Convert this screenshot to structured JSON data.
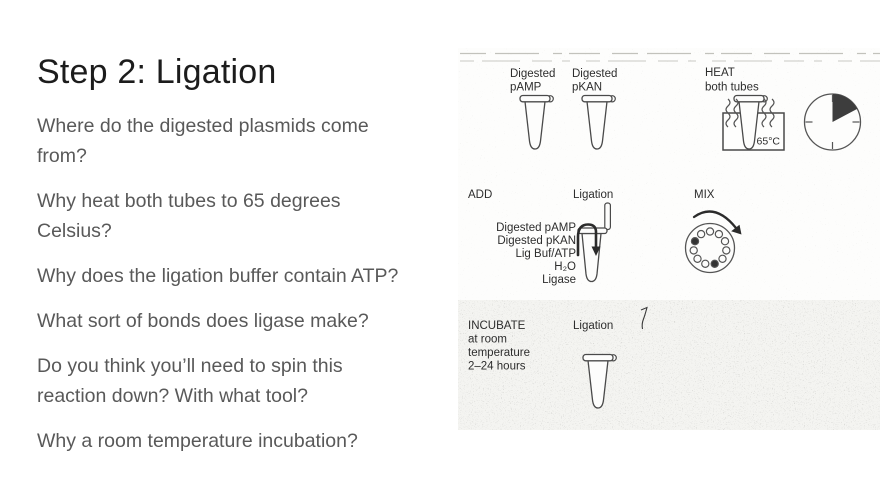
{
  "slide": {
    "title": "Step 2: Ligation",
    "questions": [
      {
        "lines": [
          "Where do the digested plasmids come",
          "from?"
        ]
      },
      {
        "lines": [
          "Why heat both tubes to 65 degrees",
          "Celsius?"
        ]
      },
      {
        "lines": [
          "Why does the ligation buffer contain ATP?"
        ]
      },
      {
        "lines": [
          "What sort of bonds does ligase make?"
        ]
      },
      {
        "lines": [
          "Do you think you’ll need to spin this",
          "reaction down? With what tool?"
        ]
      },
      {
        "lines": [
          "Why a room temperature incubation?"
        ]
      }
    ]
  },
  "figure": {
    "prepare": {
      "tube1_label_line1": "Digested",
      "tube1_label_line2": "pAMP",
      "tube2_label_line1": "Digested",
      "tube2_label_line2": "pKAN"
    },
    "heat": {
      "label_line1": "HEAT",
      "label_line2": "both tubes",
      "bath_temperature": "65°C"
    },
    "add": {
      "action_label": "ADD",
      "tube_label": "Ligation",
      "ingredients": [
        "Digested pAMP",
        "Digested pKAN",
        "Lig Buf/ATP",
        "H₂O",
        "Ligase"
      ]
    },
    "mix": {
      "action_label": "MIX"
    },
    "incubate": {
      "action_line1": "INCUBATE",
      "action_line2": "at room",
      "action_line3": "temperature",
      "action_line4": "2–24 hours",
      "tube_label": "Ligation"
    }
  },
  "colors": {
    "title_text": "#1c1c1c",
    "question_text": "#595959",
    "figure_ink": "#4a4a4a",
    "figure_text": "#2d2d2d",
    "clock_wedge_fill": "#3d3d3d",
    "slide_background": "#ffffff"
  }
}
